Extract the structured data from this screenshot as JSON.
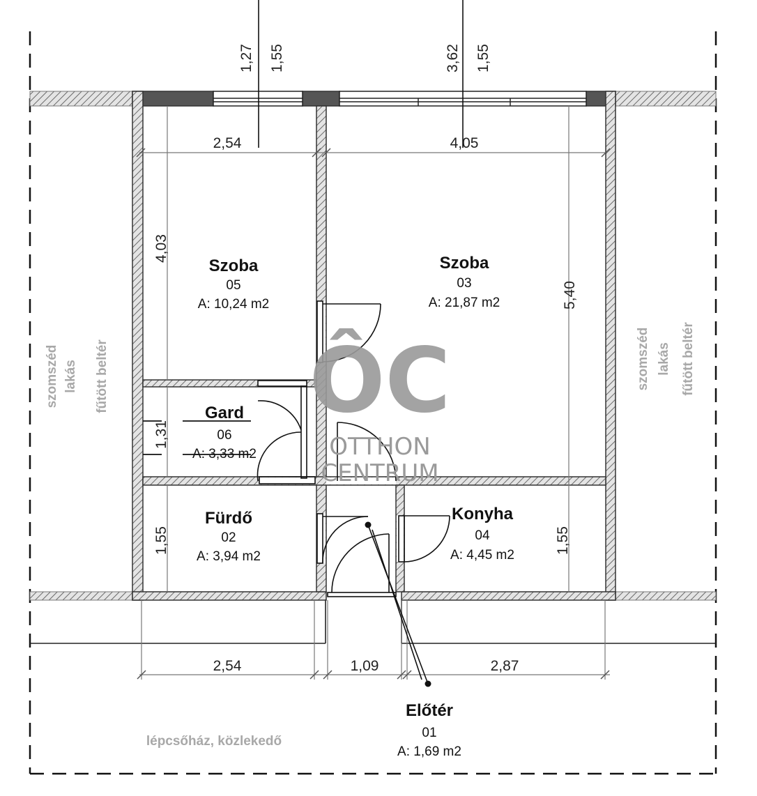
{
  "rooms": {
    "szoba05": {
      "name": "Szoba",
      "number": "05",
      "area": "A: 10,24 m2"
    },
    "szoba03": {
      "name": "Szoba",
      "number": "03",
      "area": "A: 21,87 m2"
    },
    "gard06": {
      "name": "Gard",
      "number": "06",
      "area": "A: 3,33 m2"
    },
    "furdo02": {
      "name": "Fürdő",
      "number": "02",
      "area": "A: 3,94 m2"
    },
    "konyha04": {
      "name": "Konyha",
      "number": "04",
      "area": "A: 4,45 m2"
    },
    "eloter01": {
      "name": "Előtér",
      "number": "01",
      "area": "A: 1,69 m2"
    }
  },
  "dimensions": {
    "top_left_1": "1,27",
    "top_left_2": "1,55",
    "top_right_1": "3,62",
    "top_right_2": "1,55",
    "width_left": "2,54",
    "width_right": "4,05",
    "height_left": "4,03",
    "height_right": "5,40",
    "height_gard": "1,31",
    "height_bath": "1,55",
    "height_kitchen": "1,55",
    "bottom_1": "2,54",
    "bottom_2": "1,09",
    "bottom_3": "2,87"
  },
  "surroundings": {
    "left_lines": [
      "szomszéd",
      "lakás",
      "fűtött beltér"
    ],
    "right_lines": [
      "szomszéd",
      "lakás",
      "fűtött beltér"
    ],
    "staircase": "lépcsőház, közlekedő"
  },
  "watermark": {
    "mark": "ÔC",
    "line1": "OTTHON",
    "line2": "CENTRUM"
  },
  "colors": {
    "wall": "#555555",
    "grey_text": "#a8a8a8",
    "watermark": "#9a9a9a"
  }
}
